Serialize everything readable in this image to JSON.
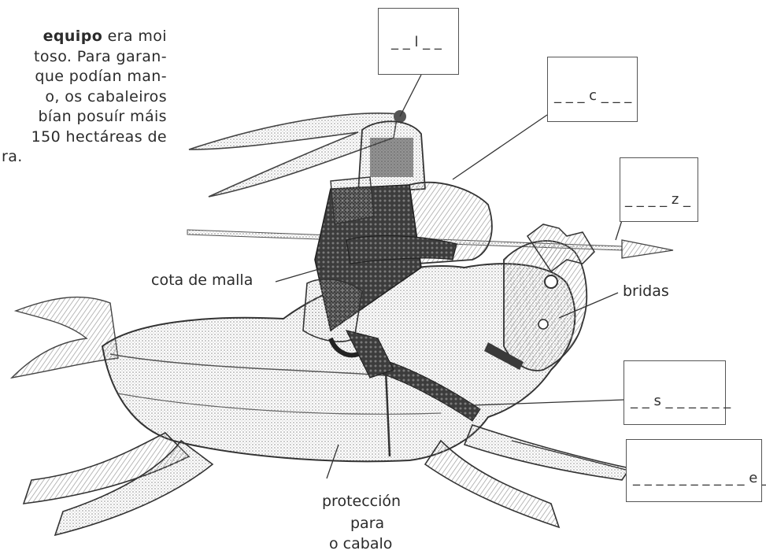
{
  "paragraph": {
    "bold_word": "equipo",
    "line1_rest": " era moi",
    "line2": "toso. Para garan-",
    "line3": "que podían man-",
    "line4": "o, os cabaleiros",
    "line5": "bían posuír máis",
    "line6": "150 hectáreas de",
    "line7": "ra."
  },
  "labels": {
    "cota": "cota de malla",
    "bridas": "bridas",
    "proteccion_1": "protección",
    "proteccion_2": "para",
    "proteccion_3": "o cabalo"
  },
  "blanks": {
    "b1": "_ _ l _ _",
    "b2": "_ _ _ c _ _ _",
    "b3": "_ _ _ _ z _",
    "b4": "_ _ s _ _ _ _ _ _",
    "b5": "_ _ _ _ _ _ _ _ _ _ e _ _ _"
  },
  "colors": {
    "ink": "#2b2b2b",
    "shade": "#6a6a6a",
    "dark": "#3a3a3a"
  }
}
